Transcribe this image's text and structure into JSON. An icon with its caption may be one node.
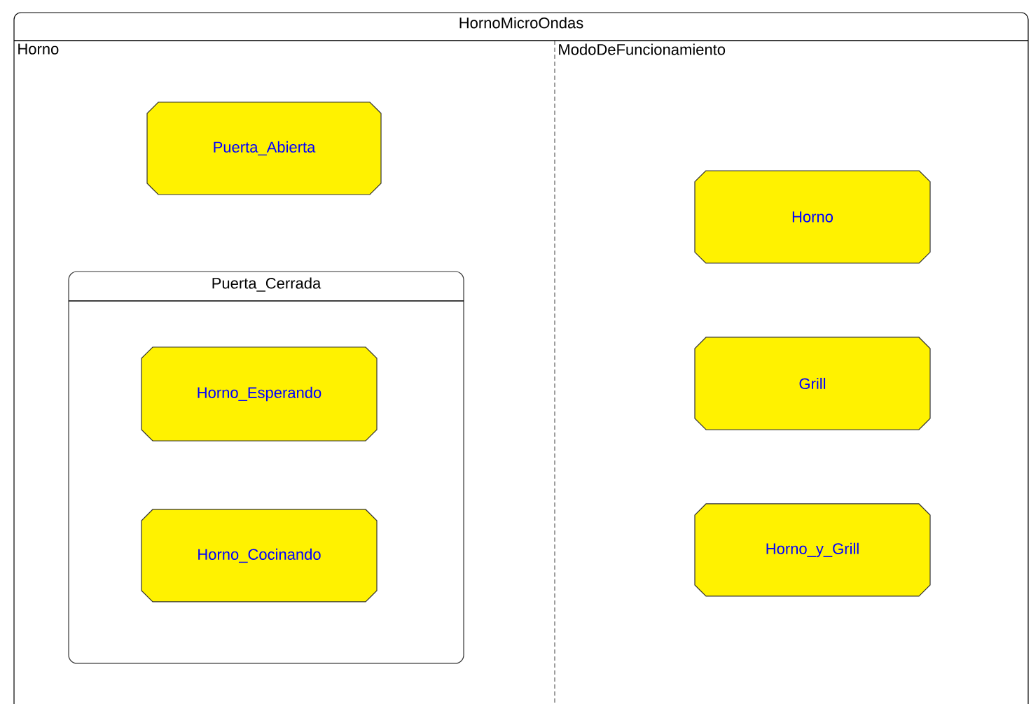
{
  "diagram": {
    "nodes": [
      {
        "text": [
          "HornoMicroOndas"
        ]
      },
      {
        "text": [
          "Puerta_Abierta"
        ],
        "in": 0
      },
      {
        "text": [
          "Puerta_Cerrada"
        ],
        "in": 0
      },
      {
        "text": [
          "Horno_Esperando"
        ],
        "in": 2
      },
      {
        "text": [
          "Horno_Cocinando"
        ],
        "in": 2
      },
      {
        "text": [
          "Horno"
        ],
        "in": 0
      },
      {
        "text": [
          "Grill"
        ],
        "in": 0
      },
      {
        "text": [
          "Horno_y_Grill"
        ],
        "in": 0
      }
    ],
    "labels": [
      "Horno",
      "ModoDeFuncionamiento"
    ]
  }
}
